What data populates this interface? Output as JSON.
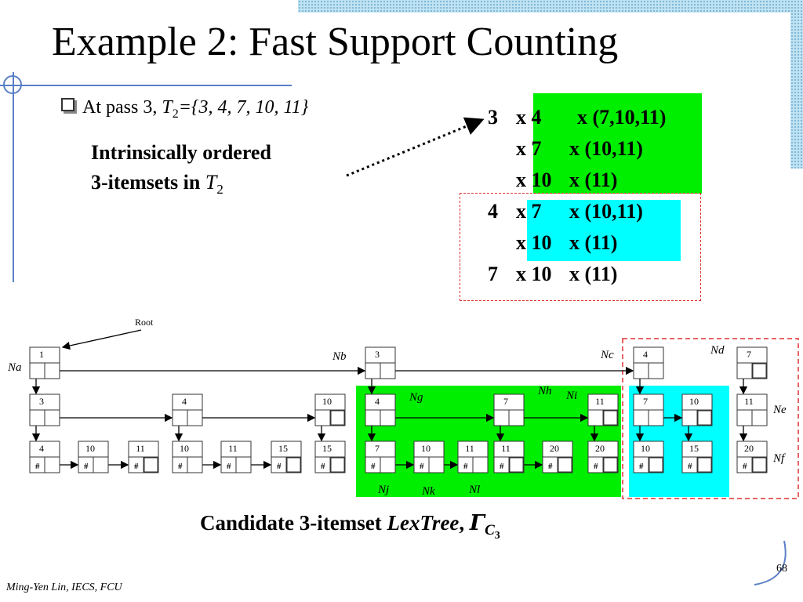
{
  "slide": {
    "title": "Example 2: Fast Support Counting",
    "bullet": {
      "prefix": "At pass 3,  ",
      "var": "T",
      "sub": "2",
      "suffix": "={3, 4, 7, 10, 11}"
    },
    "desc": {
      "line1": "Intrinsically ordered",
      "line2_prefix": "3-itemsets in ",
      "line2_var": "T",
      "line2_sub": "2"
    },
    "itemsets": [
      {
        "lead": "3",
        "mid": "x 4",
        "tail": "x (7,10,11)"
      },
      {
        "lead": "",
        "mid": "x 7",
        "tail": "x (10,11)"
      },
      {
        "lead": "",
        "mid": "x 10",
        "tail": "x (11)"
      },
      {
        "lead": "4",
        "mid": "x 7",
        "tail": "x (10,11)"
      },
      {
        "lead": "",
        "mid": "x 10",
        "tail": "x (11)"
      },
      {
        "lead": "7",
        "mid": "x 10",
        "tail": "x (11)"
      }
    ],
    "caption": {
      "prefix": "Candidate 3-itemset ",
      "italic": "LexTree",
      "comma": ", ",
      "gamma": "Γ",
      "sub": "C",
      "subsub": "3"
    },
    "page_number": "68",
    "footer": "Ming-Yen Lin, IECS, FCU",
    "colors": {
      "green": "#00ee00",
      "cyan": "#00ffff",
      "dashed_red": "#e03030",
      "accent_blue": "#5a7fc6"
    }
  },
  "diagram": {
    "root_label": "Root",
    "nodes": [
      {
        "id": "n1",
        "label": "1",
        "mark": "none"
      },
      {
        "id": "n3a",
        "label": "3",
        "mark": "none"
      },
      {
        "id": "n4a",
        "label": "4",
        "mark": "hash"
      },
      {
        "id": "n10a",
        "label": "10",
        "mark": "hash"
      },
      {
        "id": "n11a",
        "label": "11",
        "mark": "hashwall"
      },
      {
        "id": "n4b",
        "label": "4",
        "mark": "none"
      },
      {
        "id": "n10b",
        "label": "10",
        "mark": "hash"
      },
      {
        "id": "n11b",
        "label": "11",
        "mark": "hash"
      },
      {
        "id": "n15a",
        "label": "15",
        "mark": "hashwall"
      },
      {
        "id": "n10c",
        "label": "10",
        "mark": "wall"
      },
      {
        "id": "n15b",
        "label": "15",
        "mark": "hashwall"
      },
      {
        "id": "n3b",
        "label": "3",
        "mark": "none"
      },
      {
        "id": "n4c",
        "label": "4",
        "mark": "none"
      },
      {
        "id": "n7a",
        "label": "7",
        "mark": "hash"
      },
      {
        "id": "n10d",
        "label": "10",
        "mark": "hash"
      },
      {
        "id": "n11c",
        "label": "11",
        "mark": "hash"
      },
      {
        "id": "n7b",
        "label": "7",
        "mark": "none"
      },
      {
        "id": "n11d",
        "label": "11",
        "mark": "hashwall"
      },
      {
        "id": "n20a",
        "label": "20",
        "mark": "hashwall"
      },
      {
        "id": "n11e",
        "label": "11",
        "mark": "wall"
      },
      {
        "id": "n20b",
        "label": "20",
        "mark": "hashwall"
      },
      {
        "id": "n4d",
        "label": "4",
        "mark": "none"
      },
      {
        "id": "n7c",
        "label": "7",
        "mark": "none"
      },
      {
        "id": "n10e",
        "label": "10",
        "mark": "hashwall"
      },
      {
        "id": "n10f",
        "label": "10",
        "mark": "wall"
      },
      {
        "id": "n15c",
        "label": "15",
        "mark": "hashwall"
      },
      {
        "id": "n7d",
        "label": "7",
        "mark": "wall"
      },
      {
        "id": "n11f",
        "label": "11",
        "mark": "none"
      },
      {
        "id": "n20c",
        "label": "20",
        "mark": "hashwall"
      }
    ],
    "names": [
      "Na",
      "Nb",
      "Nc",
      "Nd",
      "Ne",
      "Nf",
      "Ng",
      "Nh",
      "Ni",
      "Nj",
      "Nk",
      "Nl"
    ],
    "hash_symbol": "#"
  }
}
